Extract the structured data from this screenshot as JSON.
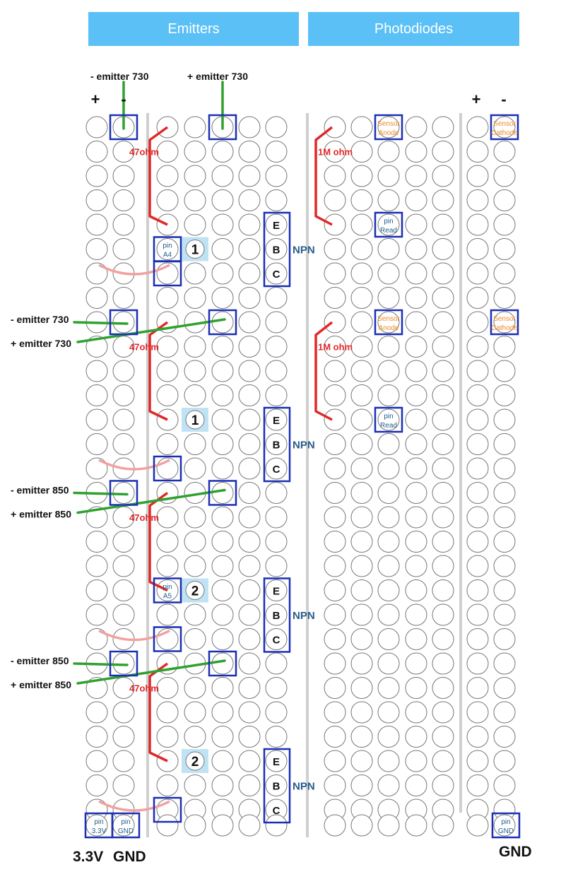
{
  "headers": {
    "emitters": "Emitters",
    "photodiodes": "Photodiodes"
  },
  "rail_signs": {
    "plus": "+",
    "minus": "-"
  },
  "wire_labels": {
    "top_minus": "- emitter 730",
    "top_plus": "+ emitter 730",
    "minus_730": "- emitter 730",
    "plus_730": "+ emitter 730",
    "minus_850_a": "- emitter 850",
    "plus_850_a": "+ emitter 850",
    "minus_850_b": "- emitter 850",
    "plus_850_b": "+ emitter 850"
  },
  "resistor_labels": {
    "emitter": "47ohm",
    "photodiode": "1M ohm"
  },
  "transistor": {
    "pins": [
      "E",
      "B",
      "C"
    ],
    "type": "NPN"
  },
  "group_numbers": [
    "1",
    "1",
    "2",
    "2"
  ],
  "pin_labels": {
    "a4": [
      "pin",
      "A4"
    ],
    "a5": [
      "pin",
      "A5"
    ],
    "read": [
      "pin",
      "Read"
    ],
    "v33": [
      "pin",
      "3.3V"
    ],
    "gnd": [
      "pin",
      "GND"
    ]
  },
  "sensor_labels": {
    "anode": [
      "Sensor",
      "Anode"
    ],
    "cathode": [
      "Sensor",
      "Cathode"
    ]
  },
  "bottom_labels": {
    "v33": "3.3V",
    "gnd_left": "GND",
    "gnd_right": "GND"
  },
  "colors": {
    "header": "#5ac0f6",
    "box": "#1a2fb5",
    "resistor": "#e02828",
    "wire": "#2fa12f",
    "jumper": "#f2a0a0",
    "number_badge": "#bfe3f5",
    "npn_text": "#2a5b8a",
    "sensor_text": "#f08a24",
    "pin_text": "#1f5e8c"
  }
}
